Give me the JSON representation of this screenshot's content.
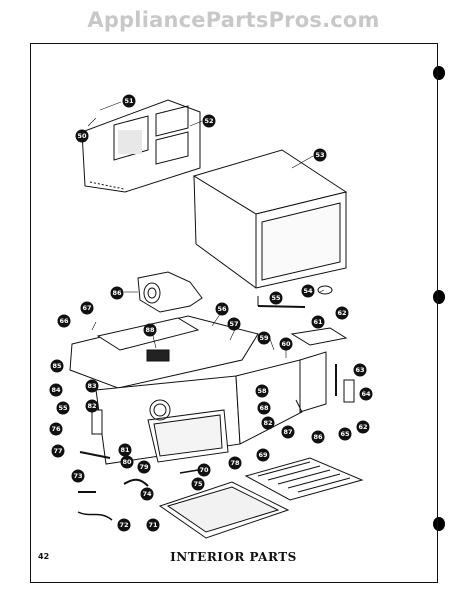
{
  "watermark": "AppliancePartsPros.com",
  "page_number": "42",
  "title": "INTERIOR PARTS",
  "callouts": [
    "51",
    "50",
    "52",
    "53",
    "86",
    "54",
    "55",
    "56",
    "57",
    "62",
    "67",
    "61",
    "66",
    "88",
    "59",
    "60",
    "63",
    "85",
    "58",
    "64",
    "84",
    "83",
    "82",
    "62",
    "55",
    "68",
    "87",
    "86",
    "65",
    "82",
    "81",
    "80",
    "79",
    "69",
    "76",
    "78",
    "74",
    "75",
    "70",
    "73",
    "71",
    "72",
    "77"
  ]
}
